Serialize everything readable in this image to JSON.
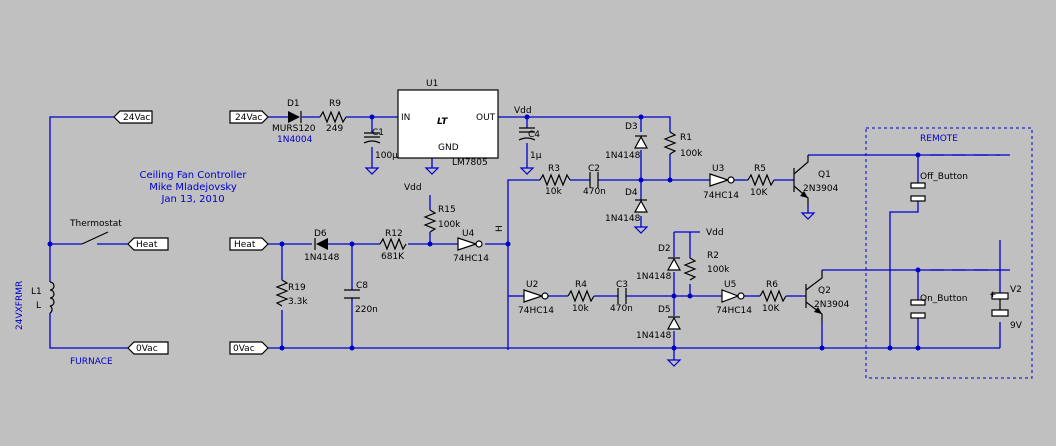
{
  "title": {
    "line1": "Ceiling Fan Controller",
    "line2": "Mike Mladejovsky",
    "line3": "Jan 13, 2010"
  },
  "labels": {
    "top_24vac": "24Vac",
    "in_24vac": "24Vac",
    "heat_out": "Heat",
    "heat_in": "Heat",
    "zero_vac_out": "0Vac",
    "zero_vac_in": "0Vac",
    "furnace": "FURNACE",
    "xfrmr": "24VXFRMR",
    "thermostat": "Thermostat",
    "remote": "REMOTE",
    "vdd1": "Vdd",
    "vdd2": "Vdd",
    "vdd3": "Vdd",
    "h_net": "H"
  },
  "components": {
    "U1": {
      "ref": "U1",
      "value": "LM7805",
      "pin_in": "IN",
      "pin_out": "OUT",
      "pin_gnd": "GND"
    },
    "D1": {
      "ref": "D1",
      "value": "MURS120",
      "alt": "1N4004"
    },
    "R9": {
      "ref": "R9",
      "value": "249"
    },
    "C1": {
      "ref": "C1",
      "value": "100µ"
    },
    "C4": {
      "ref": "C4",
      "value": "1µ"
    },
    "D3": {
      "ref": "D3",
      "value": "1N4148"
    },
    "D4": {
      "ref": "D4",
      "value": "1N4148"
    },
    "R1": {
      "ref": "R1",
      "value": "100k"
    },
    "R3": {
      "ref": "R3",
      "value": "10k"
    },
    "C2": {
      "ref": "C2",
      "value": "470n"
    },
    "U3": {
      "ref": "U3",
      "value": "74HC14"
    },
    "R5": {
      "ref": "R5",
      "value": "10K"
    },
    "Q1": {
      "ref": "Q1",
      "value": "2N3904"
    },
    "L1": {
      "ref": "L1",
      "value": "L"
    },
    "D6": {
      "ref": "D6",
      "value": "1N4148"
    },
    "R12": {
      "ref": "R12",
      "value": "681K"
    },
    "R15": {
      "ref": "R15",
      "value": "100k"
    },
    "U4": {
      "ref": "U4",
      "value": "74HC14"
    },
    "R19": {
      "ref": "R19",
      "value": "3.3k"
    },
    "C8": {
      "ref": "C8",
      "value": "220n"
    },
    "D2": {
      "ref": "D2",
      "value": "1N4148"
    },
    "R2": {
      "ref": "R2",
      "value": "100k"
    },
    "U2": {
      "ref": "U2",
      "value": "74HC14"
    },
    "R4": {
      "ref": "R4",
      "value": "10k"
    },
    "C3": {
      "ref": "C3",
      "value": "470n"
    },
    "U5": {
      "ref": "U5",
      "value": "74HC14"
    },
    "R6": {
      "ref": "R6",
      "value": "10K"
    },
    "Q2": {
      "ref": "Q2",
      "value": "2N3904"
    },
    "D5": {
      "ref": "D5",
      "value": "1N4148"
    },
    "Off": {
      "value": "Off_Button"
    },
    "On": {
      "value": "On_Button"
    },
    "V2": {
      "ref": "V2",
      "value": "9V",
      "plus": "+"
    }
  },
  "colors": {
    "background": "#c0c0c0",
    "wire": "#0000cc",
    "component": "#000000",
    "logo": "#cc0000"
  }
}
